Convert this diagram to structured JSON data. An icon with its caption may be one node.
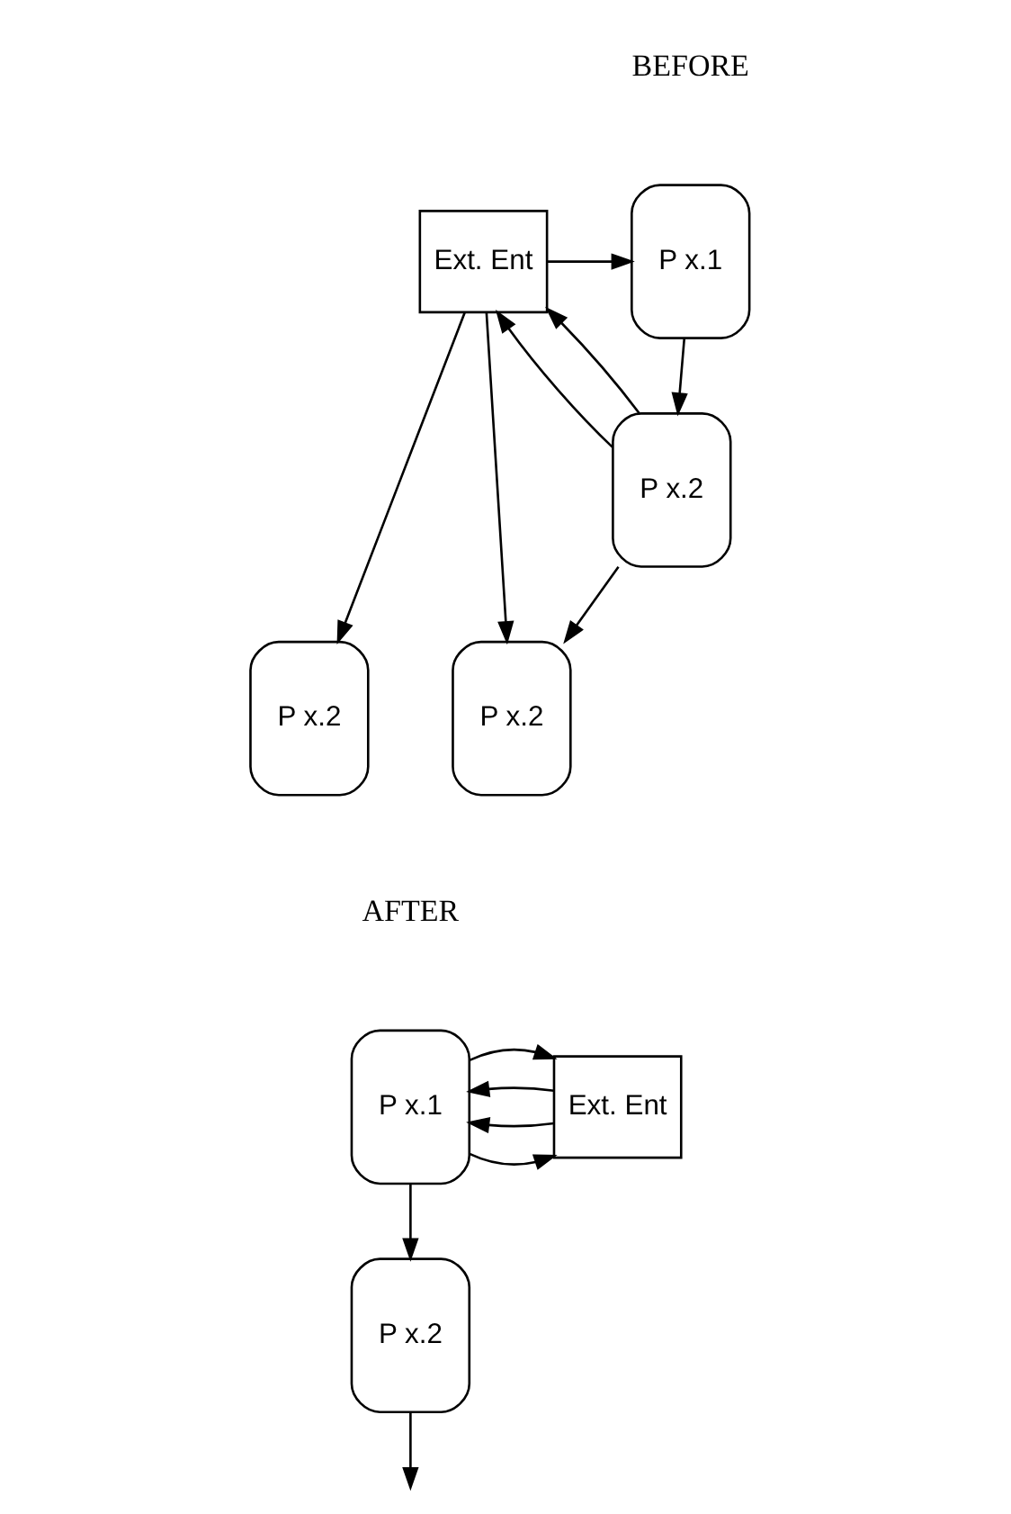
{
  "diagram": {
    "nodes": [
      {
        "text": [
          "Ext. Ent"
        ]
      },
      {
        "text": [
          "P x.1"
        ]
      },
      {
        "text": [
          "P x.2"
        ]
      },
      {
        "text": [
          "P x.2"
        ]
      },
      {
        "text": [
          "P x.2"
        ]
      },
      {
        "text": [
          "Ext. Ent"
        ]
      },
      {
        "text": [
          "P x.1"
        ]
      },
      {
        "text": [
          "P x.2"
        ]
      }
    ],
    "edges": [
      {
        "from": 0,
        "to": 1,
        "arrow": "to"
      },
      {
        "from": 1,
        "to": 2,
        "arrow": "to"
      },
      {
        "from": 2,
        "to": 0,
        "arrow": "to"
      },
      {
        "from": 2,
        "to": 0,
        "arrow": "to"
      },
      {
        "from": 0,
        "to": 3,
        "arrow": "to"
      },
      {
        "from": 0,
        "to": 4,
        "arrow": "to"
      },
      {
        "from": 2,
        "to": 4,
        "arrow": "to"
      },
      {
        "from": 6,
        "to": 5,
        "arrow": "to"
      },
      {
        "from": 5,
        "to": 6,
        "arrow": "to"
      },
      {
        "from": 5,
        "to": 6,
        "arrow": "to"
      },
      {
        "from": 6,
        "to": 5,
        "arrow": "to"
      },
      {
        "from": 6,
        "to": 7,
        "arrow": "to"
      },
      {
        "from": 7,
        "to": null,
        "arrow": "to"
      }
    ],
    "labels": [
      "BEFORE",
      "AFTER"
    ]
  }
}
